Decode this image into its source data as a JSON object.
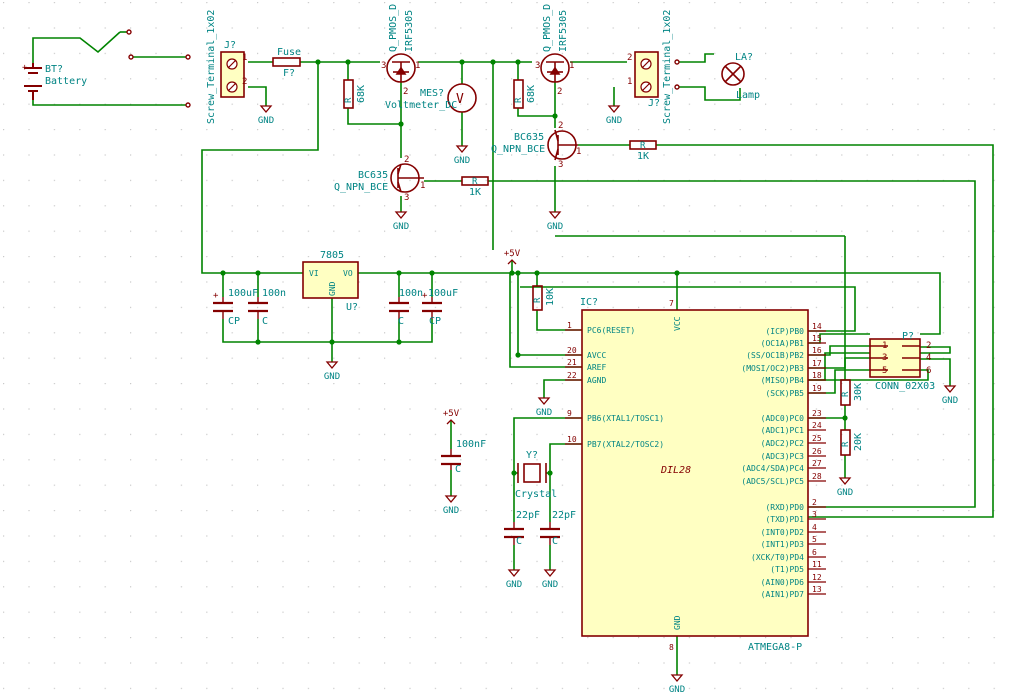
{
  "colors": {
    "wire": "#008400",
    "part": "#840000",
    "text": "#008484",
    "fill": "#ffffc2",
    "grid": "#c8c8c8"
  },
  "battery": {
    "ref": "BT?",
    "value": "Battery"
  },
  "j1": {
    "ref": "J?",
    "value": "Screw_Terminal_1x02",
    "pins": [
      "1",
      "2"
    ]
  },
  "fuse": {
    "ref": "F?",
    "value": "Fuse"
  },
  "j2": {
    "ref": "J?",
    "value": "Screw_Terminal_1x02",
    "pins": [
      "2",
      "1"
    ]
  },
  "lamp": {
    "ref": "LA?",
    "value": "Lamp"
  },
  "q1": {
    "ref": "Q_PMOS_D",
    "value": "IRF5305",
    "pins": [
      "3",
      "1",
      "2"
    ]
  },
  "q2": {
    "ref": "Q_PMOS_D",
    "value": "IRF5305",
    "pins": [
      "3",
      "1",
      "2"
    ]
  },
  "q3": {
    "ref": "BC635",
    "value": "Q_NPN_BCE",
    "pins": [
      "2",
      "1",
      "3"
    ]
  },
  "q4": {
    "ref": "BC635",
    "value": "Q_NPN_BCE",
    "pins": [
      "2",
      "1",
      "3"
    ]
  },
  "r1": {
    "ref": "R",
    "value": "68K"
  },
  "r2": {
    "ref": "R",
    "value": "68K"
  },
  "r3": {
    "ref": "R",
    "value": "1K"
  },
  "r4": {
    "ref": "R",
    "value": "1K"
  },
  "r5": {
    "ref": "R",
    "value": "10K"
  },
  "r6": {
    "ref": "R",
    "value": "30K"
  },
  "r7": {
    "ref": "R",
    "value": "20K"
  },
  "voltmeter": {
    "ref": "MES?",
    "value": "Voltmeter_DC",
    "symbol": "V"
  },
  "reg": {
    "ref": "U?",
    "value": "7805",
    "vi": "VI",
    "vo": "VO",
    "gnd": "GND"
  },
  "caps": {
    "c1": {
      "ref": "CP",
      "value": "100uF"
    },
    "c2": {
      "ref": "C",
      "value": "100n"
    },
    "c3": {
      "ref": "C",
      "value": "100n"
    },
    "c4": {
      "ref": "CP",
      "value": "100uF"
    },
    "c5": {
      "ref": "C",
      "value": "100nF"
    },
    "c6": {
      "ref": "C",
      "value": "22pF"
    },
    "c7": {
      "ref": "C",
      "value": "22pF"
    }
  },
  "crystal": {
    "ref": "Y?",
    "value": "Crystal"
  },
  "connector": {
    "ref": "P?",
    "value": "CONN_02X03",
    "pins": [
      "1",
      "2",
      "3",
      "4",
      "5",
      "6"
    ]
  },
  "power": {
    "gnd": "GND",
    "vcc": "+5V"
  },
  "ic": {
    "ref": "IC?",
    "value": "ATMEGA8-P",
    "package": "DIL28",
    "vcc_label": "VCC",
    "vcc_pin": "7",
    "gnd_label": "GND",
    "gnd_pin": "8",
    "left_pins": [
      {
        "num": "1",
        "name": "PC6(RESET)"
      },
      {
        "num": "20",
        "name": "AVCC"
      },
      {
        "num": "21",
        "name": "AREF"
      },
      {
        "num": "22",
        "name": "AGND"
      },
      {
        "num": "9",
        "name": "PB6(XTAL1/TOSC1)"
      },
      {
        "num": "10",
        "name": "PB7(XTAL2/TOSC2)"
      }
    ],
    "right_pins": [
      {
        "num": "14",
        "name": "(ICP)PB0"
      },
      {
        "num": "15",
        "name": "(OC1A)PB1"
      },
      {
        "num": "16",
        "name": "(SS/OC1B)PB2"
      },
      {
        "num": "17",
        "name": "(MOSI/OC2)PB3"
      },
      {
        "num": "18",
        "name": "(MISO)PB4"
      },
      {
        "num": "19",
        "name": "(SCK)PB5"
      },
      {
        "num": "23",
        "name": "(ADC0)PC0"
      },
      {
        "num": "24",
        "name": "(ADC1)PC1"
      },
      {
        "num": "25",
        "name": "(ADC2)PC2"
      },
      {
        "num": "26",
        "name": "(ADC3)PC3"
      },
      {
        "num": "27",
        "name": "(ADC4/SDA)PC4"
      },
      {
        "num": "28",
        "name": "(ADC5/SCL)PC5"
      },
      {
        "num": "2",
        "name": "(RXD)PD0"
      },
      {
        "num": "3",
        "name": "(TXD)PD1"
      },
      {
        "num": "4",
        "name": "(INT0)PD2"
      },
      {
        "num": "5",
        "name": "(INT1)PD3"
      },
      {
        "num": "6",
        "name": "(XCK/T0)PD4"
      },
      {
        "num": "11",
        "name": "(T1)PD5"
      },
      {
        "num": "12",
        "name": "(AIN0)PD6"
      },
      {
        "num": "13",
        "name": "(AIN1)PD7"
      }
    ]
  }
}
